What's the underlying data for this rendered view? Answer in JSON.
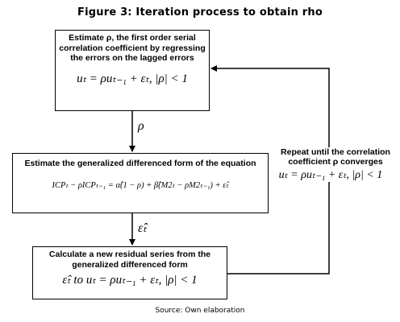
{
  "figure_title": "Figure 3: Iteration process to obtain rho",
  "steps": [
    {
      "text": "Estimate ρ, the first order serial correlation coefficient by regressing the errors on the lagged errors",
      "equation": "uₜ = ρuₜ₋₁ + εₜ,  |ρ| < 1"
    },
    {
      "text": "Estimate the generalized differenced form of the equation",
      "equation": "ICPₜ − ρICPₜ₋₁ = α̂(1 − ρ) + β̂(M2ₜ − ρM2ₜ₋₁) + ε̂ₜ"
    },
    {
      "text": "Calculate a new residual series from the generalized differenced form",
      "equation": "ε̂ₜ to uₜ = ρuₜ₋₁ + εₜ,  |ρ| < 1"
    }
  ],
  "edge_labels": {
    "step1_to_step2": "ρ",
    "step2_to_step3": "ε̂ₜ"
  },
  "loop_note": {
    "text": "Repeat until the correlation coefficient ρ converges",
    "equation": "uₜ = ρuₜ₋₁ + εₜ,  |ρ| < 1"
  },
  "source": "Source: Own elaboration"
}
